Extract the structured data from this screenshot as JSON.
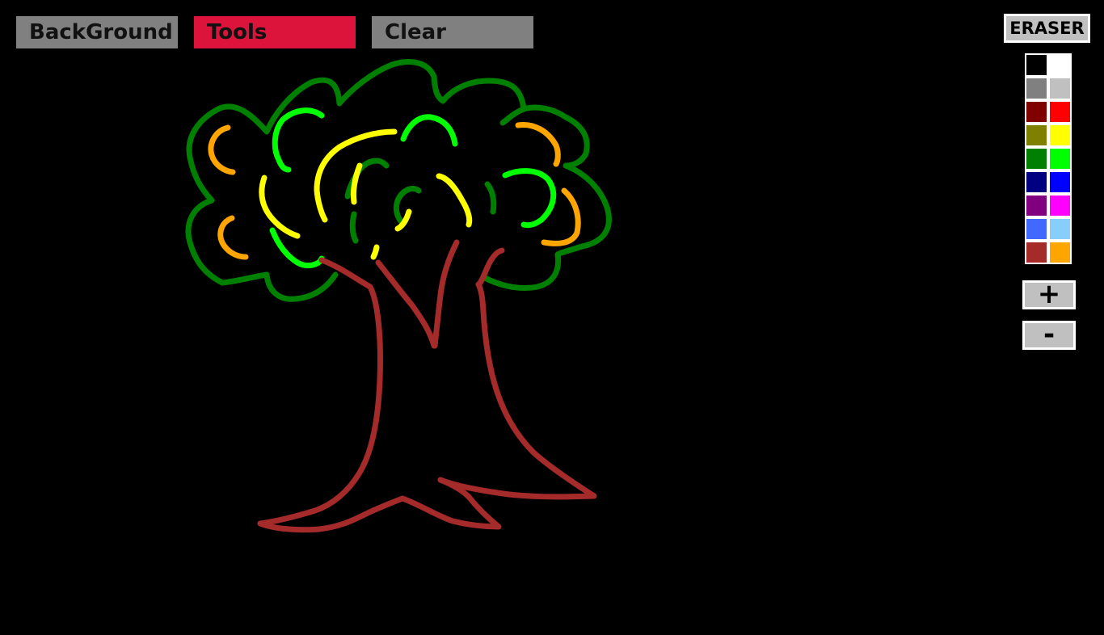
{
  "toolbar": {
    "background_label": "BackGround",
    "tools_label": "Tools",
    "clear_label": "Clear"
  },
  "colors": {
    "background_btn": "#808080",
    "tools_btn": "#dc143c",
    "clear_btn": "#808080",
    "canvas": "#000000"
  },
  "panel": {
    "eraser_label": "ERASER",
    "increase_label": "+",
    "decrease_label": "-"
  },
  "palette": [
    "#000000",
    "#ffffff",
    "#808080",
    "#c0c0c0",
    "#800000",
    "#ff0000",
    "#808000",
    "#ffff00",
    "#008000",
    "#00ff00",
    "#000080",
    "#0000ff",
    "#800080",
    "#ff00ff",
    "#4169ff",
    "#87cefa",
    "#a52a2a",
    "#ffa500"
  ],
  "stroke_colors": {
    "dark_green": "#008000",
    "light_green": "#00ff00",
    "yellow": "#ffff00",
    "orange": "#ffa500",
    "brown": "#a52a2a"
  }
}
